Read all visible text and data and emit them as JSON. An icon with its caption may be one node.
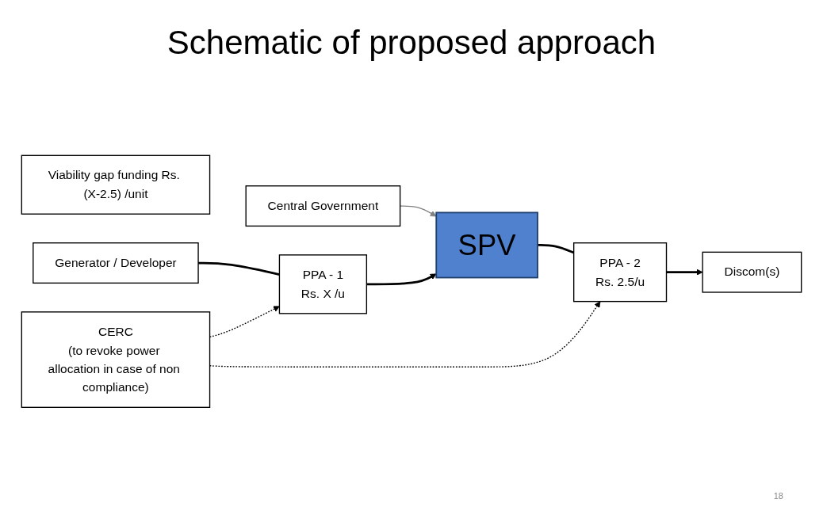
{
  "diagram": {
    "title": "Schematic of proposed approach",
    "nodes": [
      {
        "text": [
          "Central Government"
        ]
      },
      {
        "text": [
          "Viability gap funding Rs. (X-2.5) /unit"
        ]
      },
      {
        "text": [
          "Generator / Developer"
        ]
      },
      {
        "text": [
          "PPA - 1",
          "Rs. X /u"
        ]
      },
      {
        "text": [
          "SPV"
        ]
      },
      {
        "text": [
          "PPA - 2",
          "Rs. 2.5/u"
        ]
      },
      {
        "text": [
          "Discom(s)"
        ]
      },
      {
        "text": [
          "CERC",
          "(to revoke power allocation in case of non compliance)"
        ]
      }
    ],
    "edges": [
      {
        "from": 0,
        "to": 4,
        "arrow": "to",
        "color": "#808080"
      },
      {
        "from": 2,
        "to": 3,
        "arrow": "none"
      },
      {
        "from": 3,
        "to": 4,
        "arrow": "to"
      },
      {
        "from": 4,
        "to": 5,
        "arrow": "none"
      },
      {
        "from": 5,
        "to": 6,
        "arrow": "to"
      },
      {
        "from": 7,
        "to": 3,
        "arrow": "to",
        "style": "dashed"
      },
      {
        "from": 7,
        "to": 5,
        "arrow": "to",
        "style": "dashed"
      }
    ],
    "labels": [
      "18"
    ]
  }
}
